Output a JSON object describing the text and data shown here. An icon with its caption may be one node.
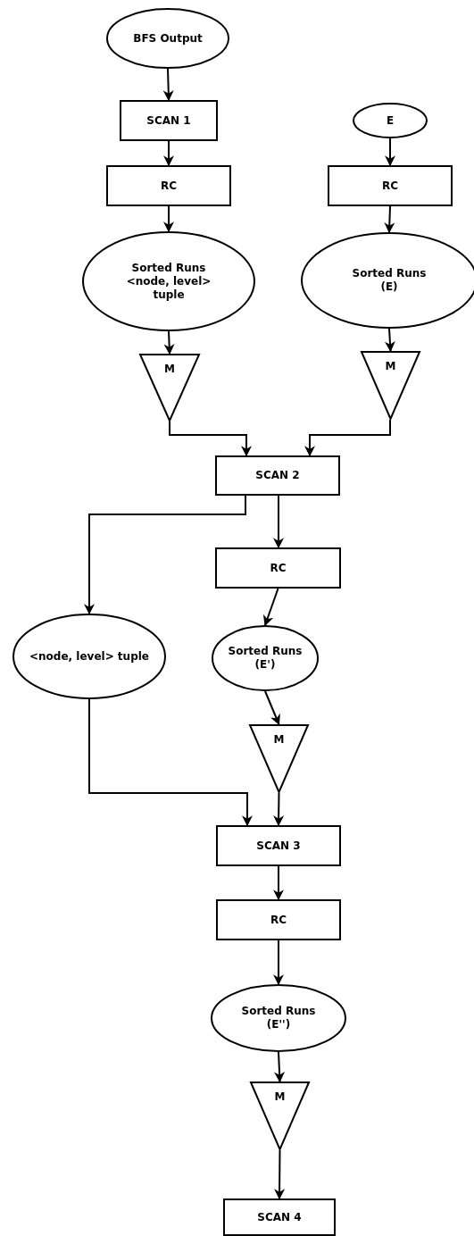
{
  "diagram": {
    "nodes": [
      {
        "text": [
          "BFS Output"
        ]
      },
      {
        "text": [
          "SCAN 1"
        ]
      },
      {
        "text": [
          "RC"
        ]
      },
      {
        "text": [
          "Sorted Runs <node, level> tuple"
        ]
      },
      {
        "text": [
          "M"
        ]
      },
      {
        "text": [
          "E"
        ]
      },
      {
        "text": [
          "RC"
        ]
      },
      {
        "text": [
          "Sorted Runs (E)"
        ]
      },
      {
        "text": [
          "M"
        ]
      },
      {
        "text": [
          "SCAN 2"
        ]
      },
      {
        "text": [
          "<node, level> tuple"
        ]
      },
      {
        "text": [
          "RC"
        ]
      },
      {
        "text": [
          "Sorted Runs (E')"
        ]
      },
      {
        "text": [
          "M"
        ]
      },
      {
        "text": [
          "SCAN 3"
        ]
      },
      {
        "text": [
          "RC"
        ]
      },
      {
        "text": [
          "Sorted Runs (E'')"
        ]
      },
      {
        "text": [
          "M"
        ]
      },
      {
        "text": [
          "SCAN 4"
        ]
      }
    ],
    "edges": [
      {
        "from": 0,
        "to": 1,
        "arrow": "to"
      },
      {
        "from": 1,
        "to": 2,
        "arrow": "to"
      },
      {
        "from": 2,
        "to": 3,
        "arrow": "to"
      },
      {
        "from": 3,
        "to": 4,
        "arrow": "to"
      },
      {
        "from": 5,
        "to": 6,
        "arrow": "to"
      },
      {
        "from": 6,
        "to": 7,
        "arrow": "to"
      },
      {
        "from": 7,
        "to": 8,
        "arrow": "to"
      },
      {
        "from": 4,
        "to": 9,
        "arrow": "to"
      },
      {
        "from": 8,
        "to": 9,
        "arrow": "to"
      },
      {
        "from": 9,
        "to": 10,
        "arrow": "to"
      },
      {
        "from": 9,
        "to": 11,
        "arrow": "to"
      },
      {
        "from": 11,
        "to": 12,
        "arrow": "to"
      },
      {
        "from": 12,
        "to": 13,
        "arrow": "to"
      },
      {
        "from": 10,
        "to": 14,
        "arrow": "to"
      },
      {
        "from": 13,
        "to": 14,
        "arrow": "to"
      },
      {
        "from": 14,
        "to": 15,
        "arrow": "to"
      },
      {
        "from": 15,
        "to": 16,
        "arrow": "to"
      },
      {
        "from": 16,
        "to": 17,
        "arrow": "to"
      },
      {
        "from": 17,
        "to": 18,
        "arrow": "to"
      }
    ]
  }
}
